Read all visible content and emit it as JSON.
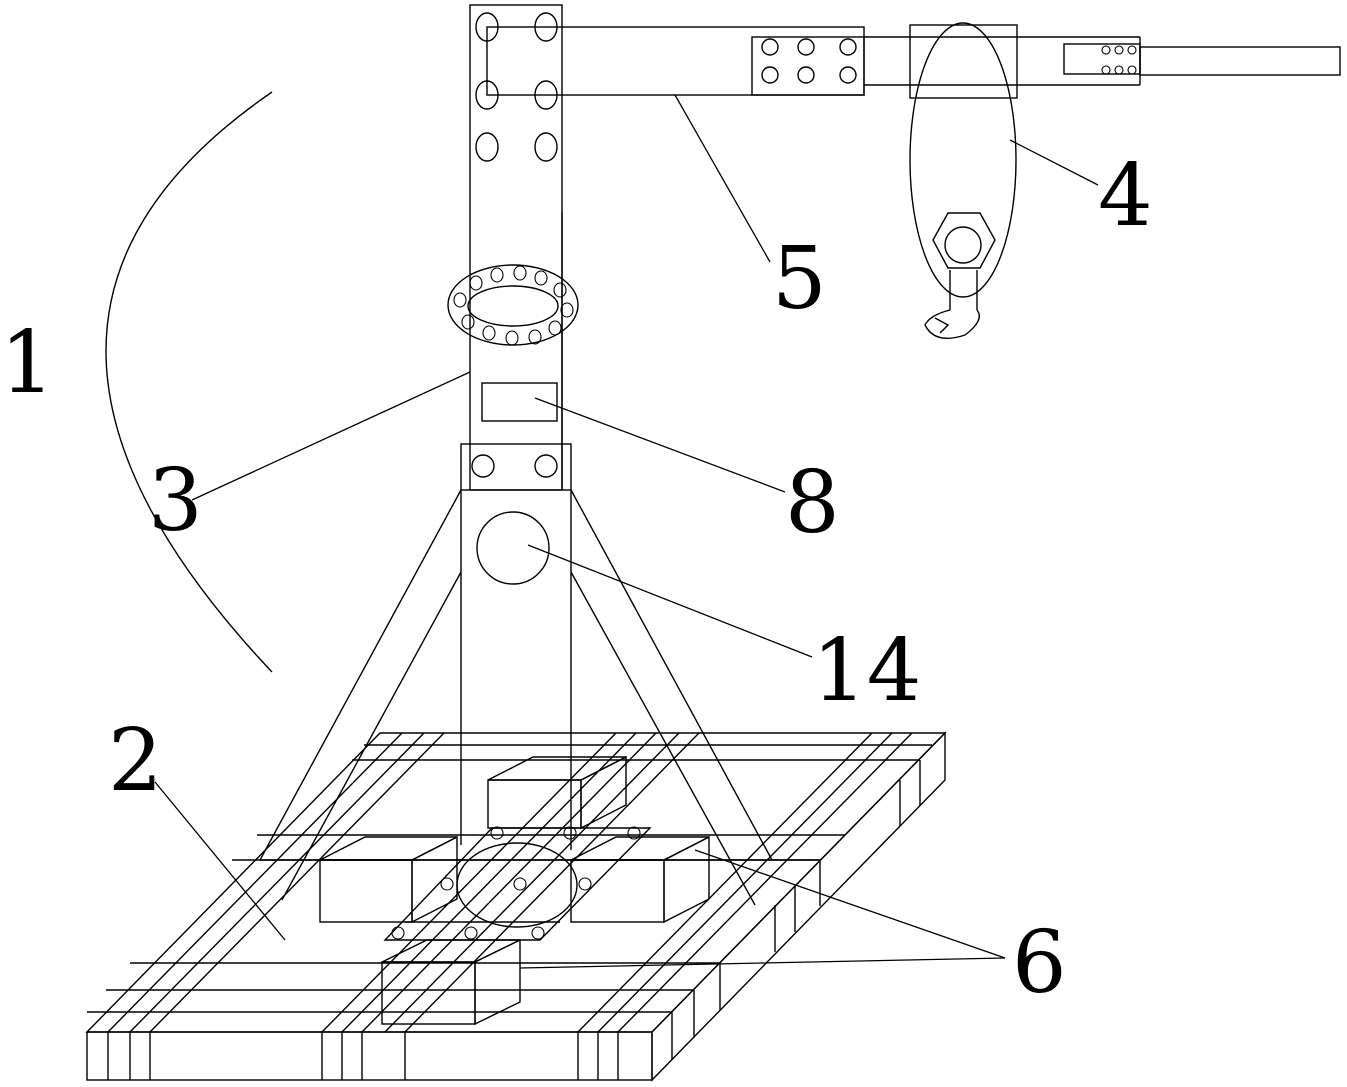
{
  "figure": {
    "labels": {
      "l1": "1",
      "l2": "2",
      "l3": "3",
      "l4": "4",
      "l5": "5",
      "l6": "6",
      "l8": "8",
      "l14": "14"
    }
  }
}
